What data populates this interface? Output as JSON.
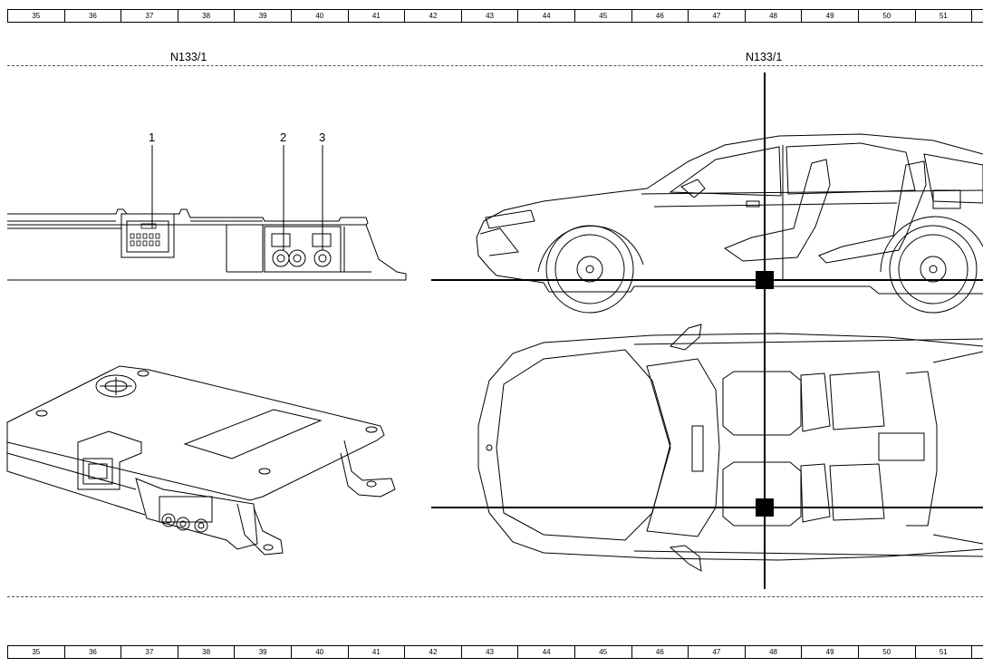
{
  "ruler": [
    "35",
    "36",
    "37",
    "38",
    "39",
    "40",
    "41",
    "42",
    "43",
    "44",
    "45",
    "46",
    "47",
    "48",
    "49",
    "50",
    "51"
  ],
  "component_ref": {
    "left": "N133/1",
    "right": "N133/1"
  },
  "callouts": [
    "1",
    "2",
    "3"
  ]
}
